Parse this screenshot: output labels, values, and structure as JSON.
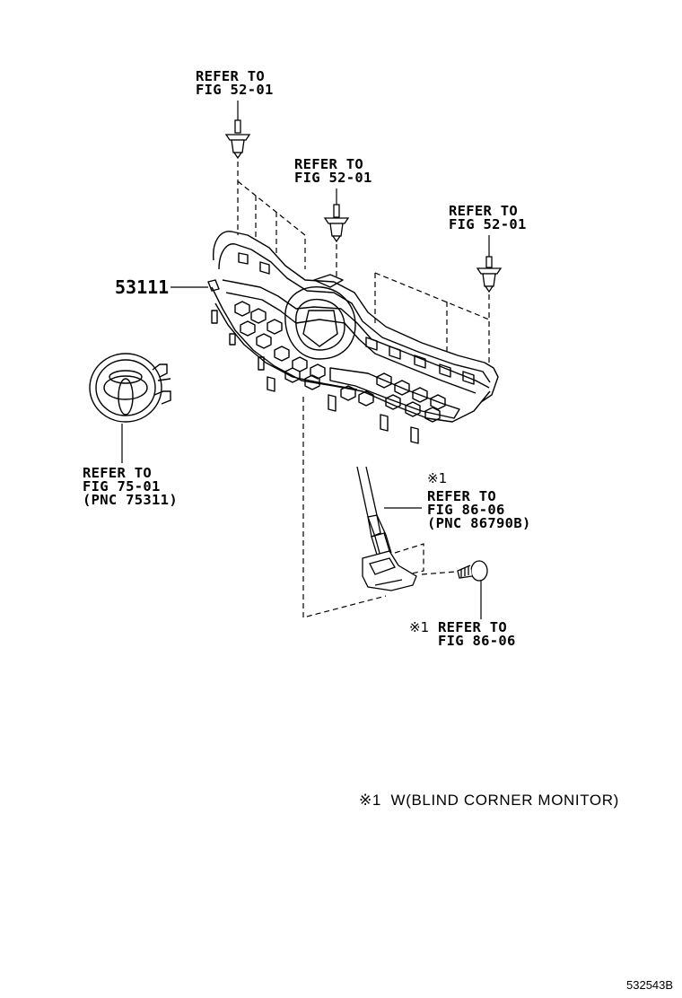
{
  "callouts": {
    "clip_top_line1": "REFER TO",
    "clip_top_line2": "FIG 52-01",
    "clip_mid_line1": "REFER TO",
    "clip_mid_line2": "FIG 52-01",
    "clip_right_line1": "REFER TO",
    "clip_right_line2": "FIG 52-01",
    "emblem_line1": "REFER TO",
    "emblem_line2": "FIG 75-01",
    "emblem_line3": "(PNC 75311)",
    "sensor_mark": "※1",
    "sensor_line1": "REFER TO",
    "sensor_line2": "FIG 86-06",
    "sensor_line3": "(PNC 86790B)",
    "screw_mark": "※1",
    "screw_line1": "REFER TO",
    "screw_line2": "FIG 86-06"
  },
  "part_number": "53111",
  "footnote": "※1  W(BLIND CORNER MONITOR)",
  "figure_id": "532543B",
  "colors": {
    "line": "#000000",
    "background": "#ffffff"
  }
}
